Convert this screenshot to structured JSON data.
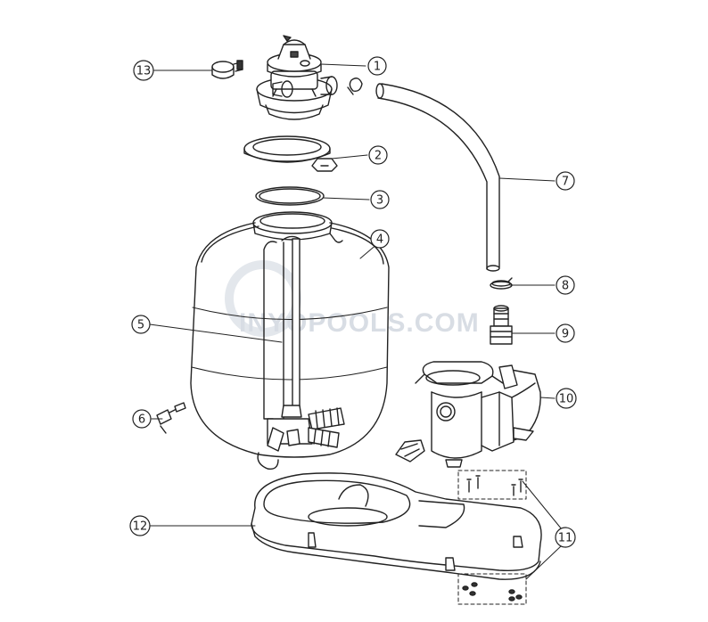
{
  "callouts": [
    {
      "num": "1"
    },
    {
      "num": "2"
    },
    {
      "num": "3"
    },
    {
      "num": "4"
    },
    {
      "num": "5"
    },
    {
      "num": "6"
    },
    {
      "num": "7"
    },
    {
      "num": "8"
    },
    {
      "num": "9"
    },
    {
      "num": "10"
    },
    {
      "num": "11"
    },
    {
      "num": "12"
    },
    {
      "num": "13"
    }
  ],
  "watermark": {
    "text": "INYOPOOLS.COM"
  },
  "colors": {
    "line": "#222222",
    "watermark": "#d8dde4",
    "background": "#ffffff"
  }
}
